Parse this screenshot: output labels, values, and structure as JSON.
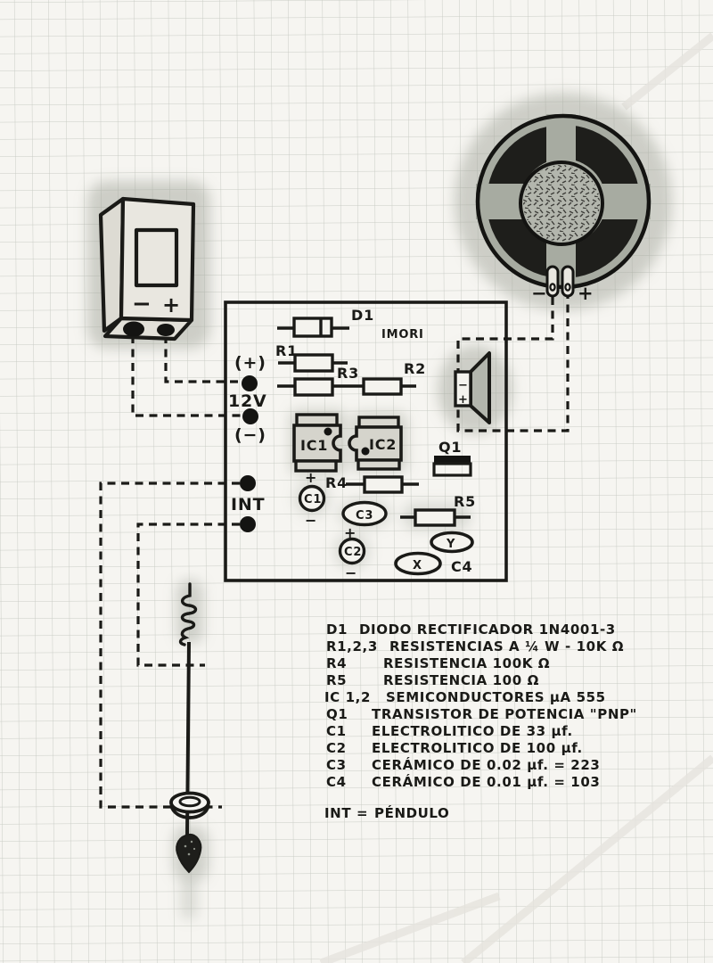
{
  "colors": {
    "paper": "#f6f5f1",
    "grid": "#c9ccc5",
    "ink": "#1a1a17",
    "marker_shade": "#9ba094",
    "dark_fill": "#1e1e1b",
    "speaker_gray": "#a7aba1"
  },
  "battery": {
    "minus": "−",
    "plus": "+"
  },
  "speaker": {
    "minus": "−",
    "plus": "+"
  },
  "board": {
    "terminals": {
      "plus": "(+)",
      "v12": "12V",
      "minus": "(−)",
      "int": "INT"
    },
    "labels": {
      "d1": "D1",
      "brand": "IMORI",
      "r1": "R1",
      "r2": "R2",
      "r3": "R3",
      "r4": "R4",
      "r5": "R5",
      "ic1": "IC1",
      "ic2": "IC2",
      "q1": "Q1",
      "c1": "C1",
      "c2": "C2",
      "c3": "C3",
      "c4": "C4",
      "x": "X",
      "y": "Y"
    },
    "polarity": {
      "c1_plus": "+",
      "c1_minus": "−",
      "c2_plus": "+",
      "c2_minus": "−"
    },
    "speaker_terminal": {
      "minus": "−",
      "plus": "+"
    }
  },
  "parts_list": {
    "items": [
      {
        "ref": "D1",
        "desc": "DIODO RECTIFICADOR  1N4001-3"
      },
      {
        "ref": "R1,2,3",
        "desc": "RESISTENCIAS A ¼ W - 10K Ω"
      },
      {
        "ref": "R4",
        "desc": "RESISTENCIA  100K Ω"
      },
      {
        "ref": "R5",
        "desc": "RESISTENCIA  100 Ω"
      },
      {
        "ref": "IC 1,2",
        "desc": "SEMICONDUCTORES μA 555"
      },
      {
        "ref": "Q1",
        "desc": "TRANSISTOR DE POTENCIA \"PNP\""
      },
      {
        "ref": "C1",
        "desc": "ELECTROLITICO DE 33 μf."
      },
      {
        "ref": "C2",
        "desc": "ELECTROLITICO DE 100 μf."
      },
      {
        "ref": "C3",
        "desc": "CERÁMICO DE 0.02 μf. = 223"
      },
      {
        "ref": "C4",
        "desc": "CERÁMICO DE 0.01 μf. = 103"
      }
    ],
    "note_label": "INT =",
    "note_value": "PÉNDULO"
  }
}
